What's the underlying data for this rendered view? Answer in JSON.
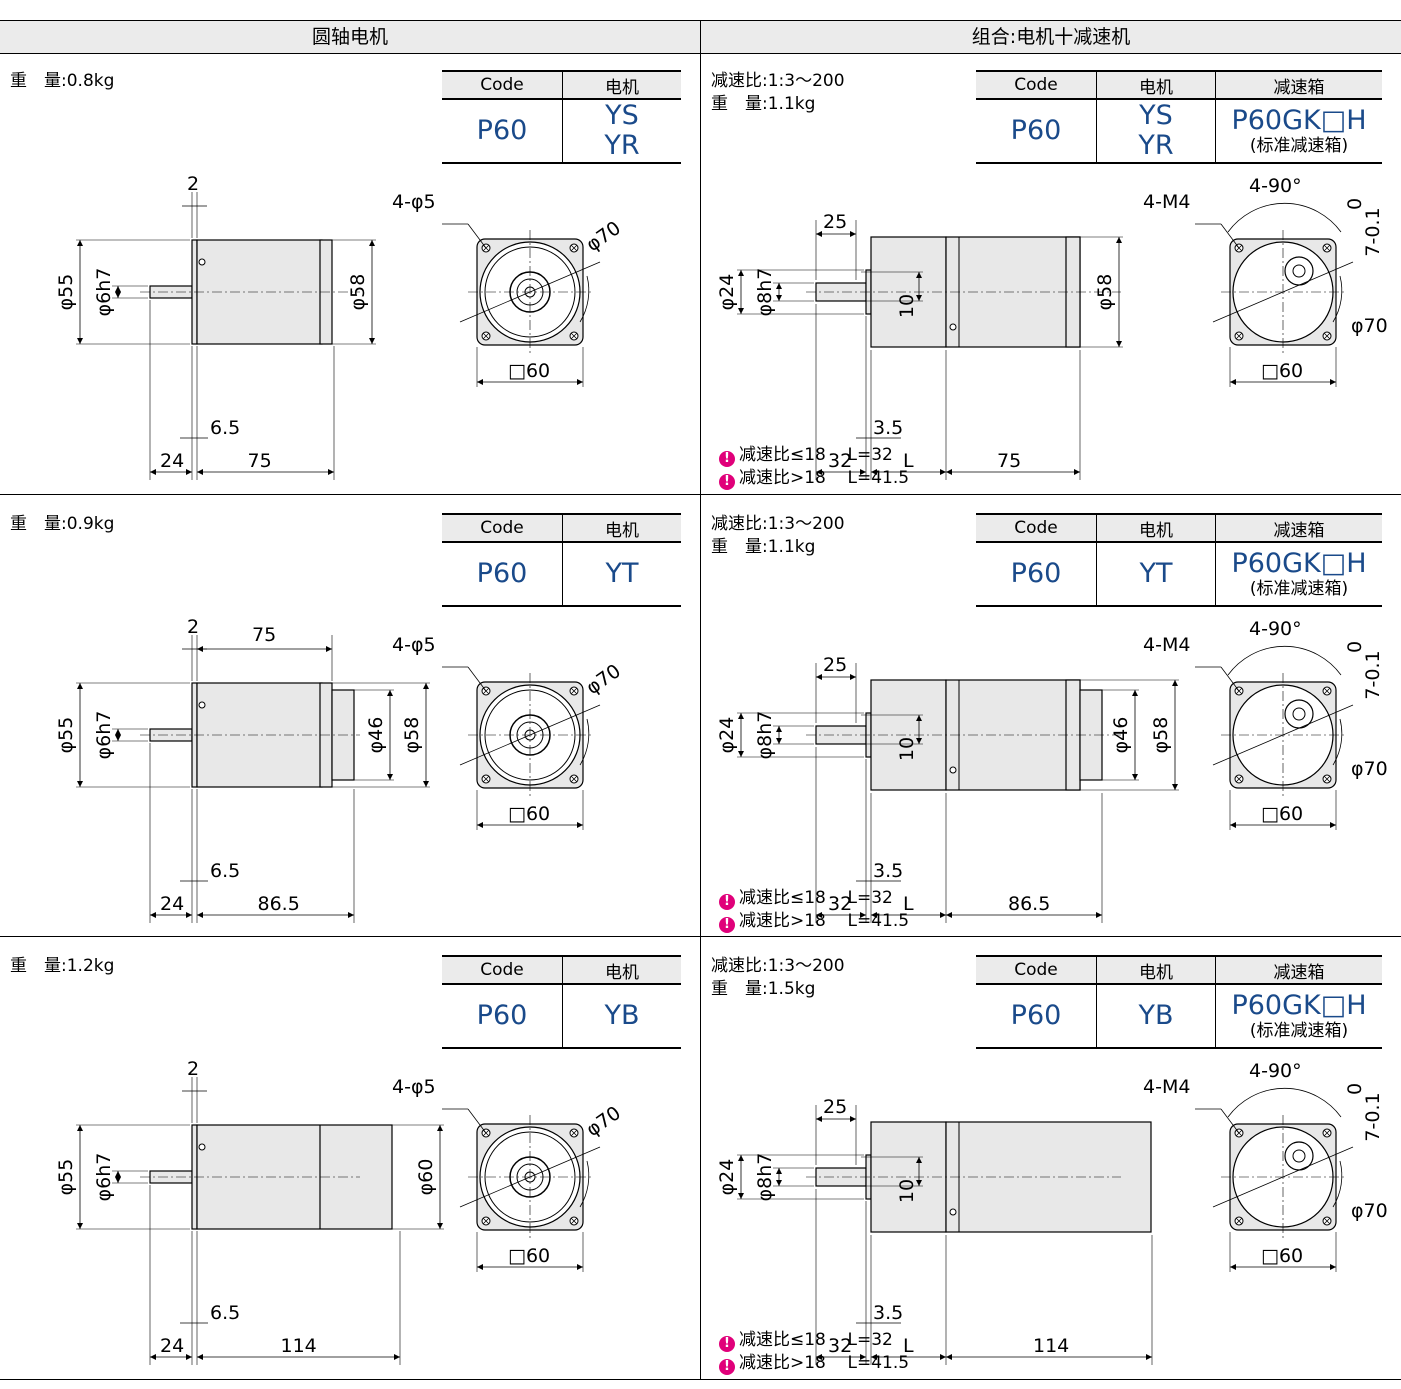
{
  "headers": {
    "left": "圆轴电机",
    "right": "组合:电机十减速机"
  },
  "labels": {
    "weight": "重　量:",
    "ratio": "减速比:1:3〜200",
    "code": "Code",
    "motor": "电机",
    "gearbox": "减速箱",
    "code_value": "P60",
    "gearbox_value": "P60GK□H",
    "gearbox_sub": "(标准减速箱)",
    "note1_a": "减速比≤18",
    "note1_b": "L=32",
    "note2_a": "减速比>18",
    "note2_b": "L=41.5"
  },
  "rows": [
    {
      "left": {
        "weight": "0.8kg",
        "motors": [
          "YS",
          "YR"
        ],
        "dims": {
          "flange": "2",
          "shaft_dia": "φ6h7",
          "body_dia": "φ55",
          "rear_dia": "φ58",
          "offset": "6.5",
          "shaft_len": "24",
          "body_len": "75",
          "holes": "4-φ5",
          "pcd": "φ70",
          "square": "□60"
        }
      },
      "right": {
        "weight": "1.1kg",
        "motors": [
          "YS",
          "YR"
        ],
        "dims": {
          "shaft_len": "25",
          "hub": "φ24",
          "shaft": "φ8h7",
          "key": "10",
          "body_dia": "φ58",
          "gap": "3.5",
          "len_a": "32",
          "len_l": "L",
          "len_b": "75",
          "holes": "4-M4",
          "angle": "4-90°",
          "tol": "7-0.1",
          "tol_hi": "0",
          "pcd": "φ70",
          "square": "□60"
        }
      }
    },
    {
      "left": {
        "weight": "0.9kg",
        "motors": [
          "YT"
        ],
        "dims": {
          "flange": "2",
          "top_len": "75",
          "shaft_dia": "φ6h7",
          "body_dia": "φ55",
          "rear_dia": "φ46",
          "outer_dia": "φ58",
          "offset": "6.5",
          "shaft_len": "24",
          "body_len": "86.5",
          "holes": "4-φ5",
          "pcd": "φ70",
          "square": "□60"
        }
      },
      "right": {
        "weight": "1.1kg",
        "motors": [
          "YT"
        ],
        "dims": {
          "shaft_len": "25",
          "hub": "φ24",
          "shaft": "φ8h7",
          "key": "10",
          "rear_dia": "φ46",
          "body_dia": "φ58",
          "gap": "3.5",
          "len_a": "32",
          "len_l": "L",
          "len_b": "86.5",
          "holes": "4-M4",
          "angle": "4-90°",
          "tol": "7-0.1",
          "tol_hi": "0",
          "pcd": "φ70",
          "square": "□60"
        }
      }
    },
    {
      "left": {
        "weight": "1.2kg",
        "motors": [
          "YB"
        ],
        "dims": {
          "flange": "2",
          "shaft_dia": "φ6h7",
          "body_dia": "φ55",
          "rear_dia": "φ60",
          "offset": "6.5",
          "shaft_len": "24",
          "body_len": "114",
          "holes": "4-φ5",
          "pcd": "φ70",
          "square": "□60"
        }
      },
      "right": {
        "weight": "1.5kg",
        "motors": [
          "YB"
        ],
        "dims": {
          "shaft_len": "25",
          "hub": "φ24",
          "shaft": "φ8h7",
          "key": "10",
          "gap": "3.5",
          "len_a": "32",
          "len_l": "L",
          "len_b": "114",
          "holes": "4-M4",
          "angle": "4-90°",
          "tol": "7-0.1",
          "tol_hi": "0",
          "pcd": "φ70",
          "square": "□60"
        }
      }
    }
  ]
}
